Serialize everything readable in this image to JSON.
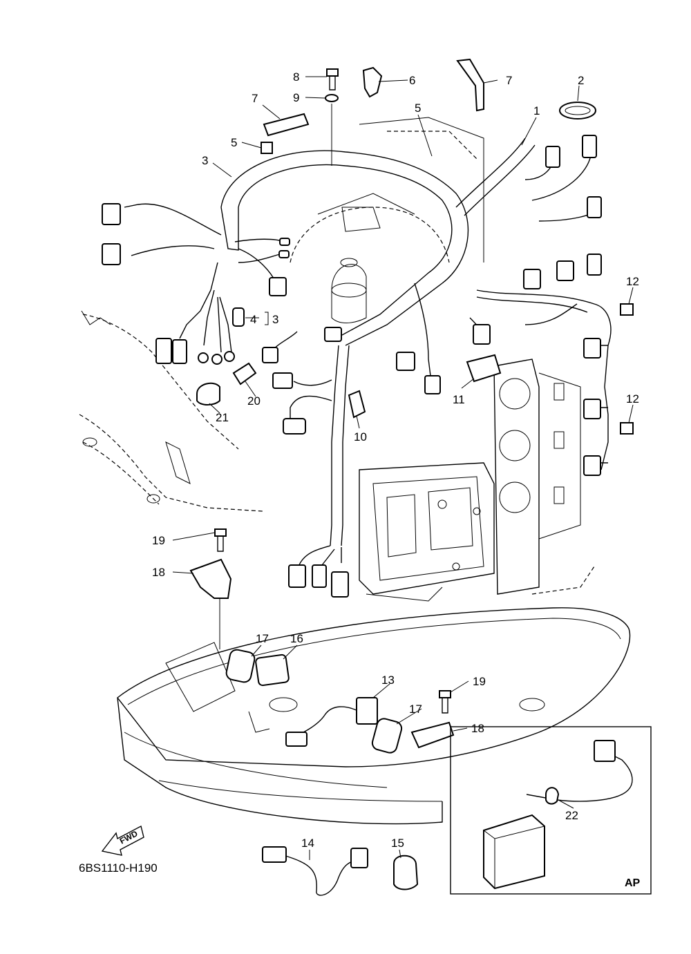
{
  "diagram": {
    "drawing_code": "6BS1110-H190",
    "inset_label": "AP",
    "direction_label": "FWD",
    "callouts": [
      {
        "id": "c1",
        "text": "1"
      },
      {
        "id": "c2",
        "text": "2"
      },
      {
        "id": "c3",
        "text": "3"
      },
      {
        "id": "c4",
        "text": "4"
      },
      {
        "id": "c3b",
        "text": "3"
      },
      {
        "id": "c5a",
        "text": "5"
      },
      {
        "id": "c5b",
        "text": "5"
      },
      {
        "id": "c6",
        "text": "6"
      },
      {
        "id": "c7a",
        "text": "7"
      },
      {
        "id": "c7b",
        "text": "7"
      },
      {
        "id": "c8",
        "text": "8"
      },
      {
        "id": "c9",
        "text": "9"
      },
      {
        "id": "c10",
        "text": "10"
      },
      {
        "id": "c11",
        "text": "11"
      },
      {
        "id": "c12a",
        "text": "12"
      },
      {
        "id": "c12b",
        "text": "12"
      },
      {
        "id": "c13",
        "text": "13"
      },
      {
        "id": "c14",
        "text": "14"
      },
      {
        "id": "c15",
        "text": "15"
      },
      {
        "id": "c16",
        "text": "16"
      },
      {
        "id": "c17a",
        "text": "17"
      },
      {
        "id": "c17b",
        "text": "17"
      },
      {
        "id": "c18a",
        "text": "18"
      },
      {
        "id": "c18b",
        "text": "18"
      },
      {
        "id": "c19a",
        "text": "19"
      },
      {
        "id": "c19b",
        "text": "19"
      },
      {
        "id": "c20",
        "text": "20"
      },
      {
        "id": "c21",
        "text": "21"
      },
      {
        "id": "c22",
        "text": "22"
      }
    ]
  }
}
